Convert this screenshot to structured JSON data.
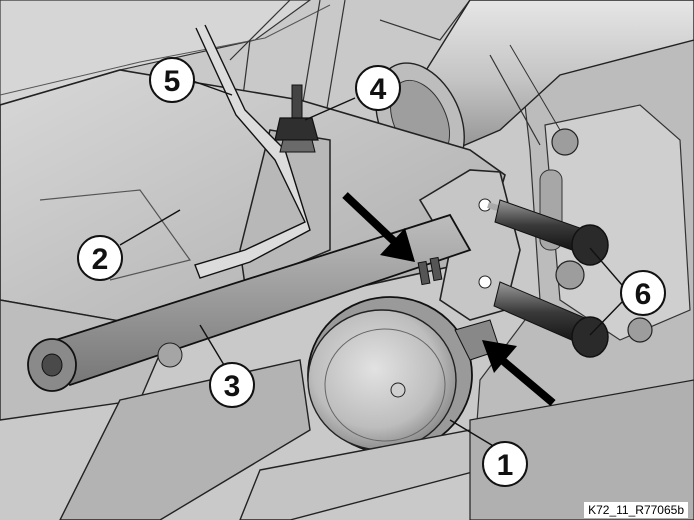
{
  "figure": {
    "reference_code": "K72_11_R77065b",
    "callouts": [
      "1",
      "2",
      "3",
      "4",
      "5",
      "6"
    ],
    "callout_targets": {
      "1": "horn",
      "2": "frame",
      "3": "bracket",
      "4": "connector",
      "5": "cable",
      "6": "screws"
    },
    "arrows": 2,
    "colors": {
      "background": "#ffffff",
      "metal_light": "#d4d4d4",
      "metal_mid": "#b3b3b3",
      "metal_dark": "#7a7a7a",
      "outline": "#111111"
    }
  }
}
